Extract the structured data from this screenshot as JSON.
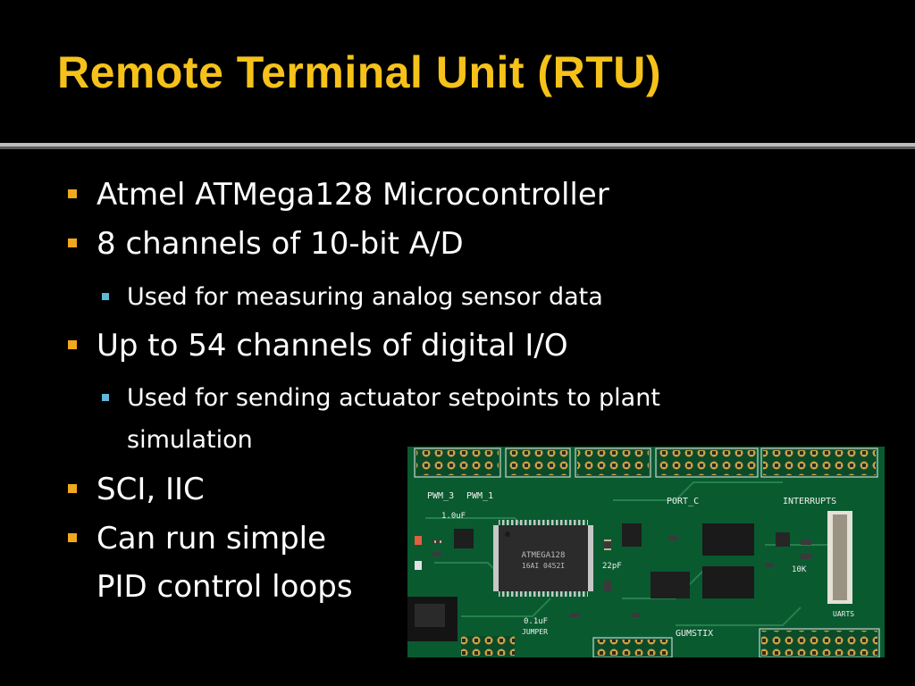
{
  "slide": {
    "title": "Remote Terminal Unit (RTU)",
    "bullets": [
      {
        "level": 1,
        "text": "Atmel ATMega128 Microcontroller"
      },
      {
        "level": 1,
        "text": "8 channels of 10-bit A/D"
      },
      {
        "level": 2,
        "text": "Used for measuring analog sensor data"
      },
      {
        "level": 1,
        "text": "Up to 54 channels of digital I/O"
      },
      {
        "level": 2,
        "text": "Used for sending actuator setpoints to plant"
      },
      {
        "level": 2,
        "text": "simulation"
      },
      {
        "level": 1,
        "text": "SCI, IIC"
      },
      {
        "level": 1,
        "text": "Can run simple"
      },
      {
        "level": 1,
        "text": "PID control loops"
      }
    ]
  },
  "photo": {
    "labels": {
      "pwm3": "PWM_3",
      "pwm1": "PWM_1",
      "port_c": "PORT_C",
      "interrupts": "INTERRUPTS",
      "chip_line1": "ATMEGA128",
      "chip_line2": "16AI 0452I",
      "gumstix": "GUMSTIX",
      "uarts": "UARTS",
      "jumper": "JUMPER",
      "cap_1": "1.0uF",
      "cap_2": "22pF",
      "cap_3": "0.1uF",
      "res_1": "10K"
    }
  }
}
